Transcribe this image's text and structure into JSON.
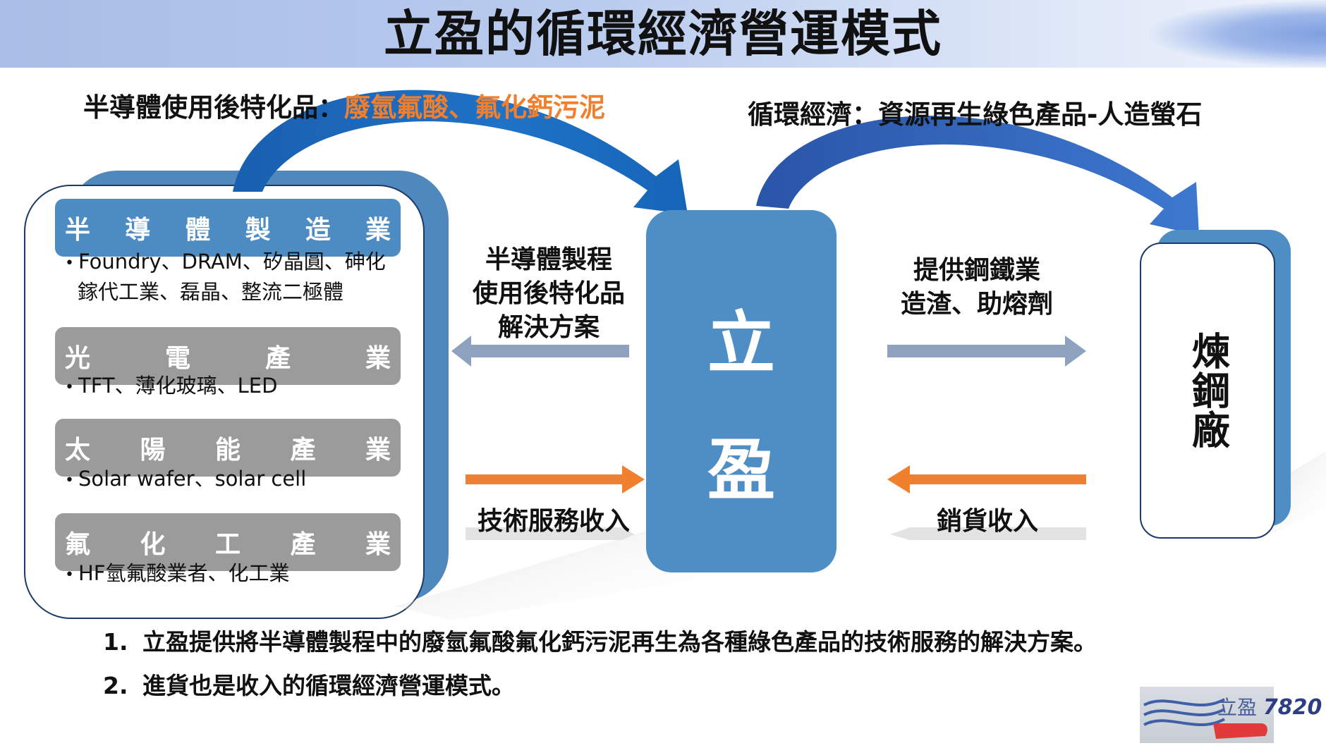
{
  "title": "立盈的循環經濟營運模式",
  "captions": {
    "left_prefix": "半導體使用後特化品：",
    "left_highlight": "廢氫氟酸、氟化鈣污泥",
    "right": "循環經濟：資源再生綠色產品-人造螢石"
  },
  "industries": [
    {
      "label": [
        "半",
        "導",
        "體",
        "製",
        "造",
        "業"
      ],
      "style": "blue",
      "details": [
        "Foundry、DRAM、矽晶圓、砷化",
        "鎵代工業、磊晶、整流二極體"
      ]
    },
    {
      "label": [
        "光",
        "電",
        "產",
        "業"
      ],
      "style": "gray",
      "details": [
        "TFT、薄化玻璃、LED"
      ]
    },
    {
      "label": [
        "太",
        "陽",
        "能",
        "產",
        "業"
      ],
      "style": "gray",
      "details": [
        "Solar wafer、solar cell"
      ]
    },
    {
      "label": [
        "氟",
        "化",
        "工",
        "產",
        "業"
      ],
      "style": "gray",
      "details": [
        "HF氫氟酸業者、化工業"
      ]
    }
  ],
  "center": {
    "chars": [
      "立",
      "盈"
    ]
  },
  "right_block": {
    "label": "煉鋼廠"
  },
  "flows": {
    "solution": [
      "半導體製程",
      "使用後特化品",
      "解決方案"
    ],
    "supply": [
      "提供鋼鐵業",
      "造渣、助熔劑"
    ],
    "tech_income": "技術服務收入",
    "sales_income": "銷貨收入"
  },
  "notes": [
    {
      "num": "1.",
      "text": "立盈提供將半導體製程中的廢氫氟酸氟化鈣污泥再生為各種綠色產品的技術服務的解決方案。"
    },
    {
      "num": "2.",
      "text": "進貨也是收入的循環經濟營運模式。"
    }
  ],
  "logo": {
    "name": "立盈",
    "code": "7820"
  },
  "colors": {
    "orange": "#f07f2e",
    "blue_arrow": "#1f6fc0",
    "gray_arrow": "#8ea2bf",
    "center_blue": "#4f8ec4"
  }
}
